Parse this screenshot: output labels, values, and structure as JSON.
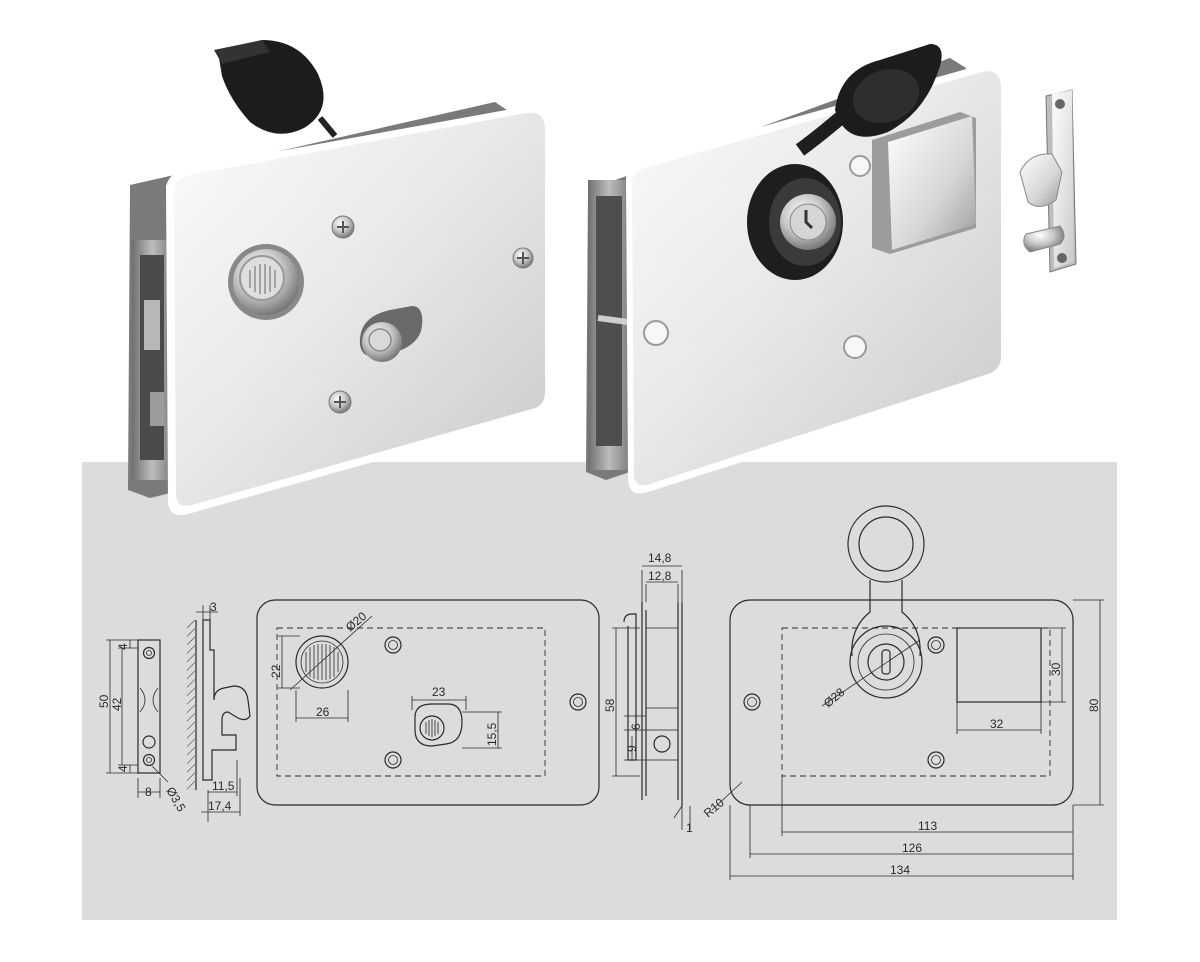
{
  "colors": {
    "background": "#ffffff",
    "drawing_panel": "#dcdcdc",
    "line": "#2a2a2a",
    "steel_light": "#f2f2f2",
    "steel_dark": "#8e8e8e",
    "rubber": "#1c1c1c"
  },
  "icons": {
    "cap": "rubber-cap-icon",
    "screw": "phillips-screw-icon",
    "key": "key-cylinder-icon"
  },
  "dimensions": {
    "strike_side": {
      "top_gap": "3",
      "height": "50",
      "inner": "42",
      "edge_top": "4",
      "edge_bottom": "4",
      "hole": "Ø3,5",
      "width": "8",
      "hook": "11,5",
      "depth": "17,4"
    },
    "front_view": {
      "knob_diameter": "Ø20",
      "knob_height": "22",
      "knob_width": "26",
      "slot_width": "23",
      "slot_height": "15,5"
    },
    "side_view": {
      "outer": "14,8",
      "inner": "12,8",
      "height": "58",
      "dim_6": "6",
      "dim_9": "9",
      "plate": "1"
    },
    "back_view": {
      "cylinder_diameter": "Ø28",
      "square_height": "30",
      "square_width": "32",
      "height": "80",
      "radius": "R10",
      "width_113": "113",
      "width_126": "126",
      "width_134": "134"
    }
  }
}
